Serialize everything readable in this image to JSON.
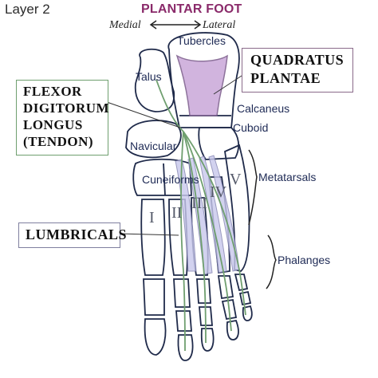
{
  "layer_label": "Layer 2",
  "title": "PLANTAR FOOT",
  "directions": {
    "medial": "Medial",
    "lateral": "Lateral"
  },
  "bones": {
    "tubercles": "Tubercles",
    "talus": "Talus",
    "calcaneus": "Calcaneus",
    "cuboid": "Cuboid",
    "navicular": "Navicular",
    "cuneiforms": "Cuneiforms"
  },
  "labels": {
    "quadratus_line1": "QUADRATUS",
    "quadratus_line2": "PLANTAE",
    "fdl_line1": "FLEXOR",
    "fdl_line2": "DIGITORUM",
    "fdl_line3": "LONGUS",
    "fdl_line4": "(TENDON)",
    "lumbricals": "LUMBRICALS",
    "metatarsals": "Metatarsals",
    "phalanges": "Phalanges"
  },
  "numerals": [
    "I",
    "II",
    "III",
    "IV",
    "V"
  ],
  "colors": {
    "bone_outline": "#1f2a4a",
    "tendon": "#6f9f6f",
    "quadratus_fill": "#c9a8d9",
    "lumbrical_fill": "#c8c8ec",
    "title": "#8a2a6a"
  }
}
